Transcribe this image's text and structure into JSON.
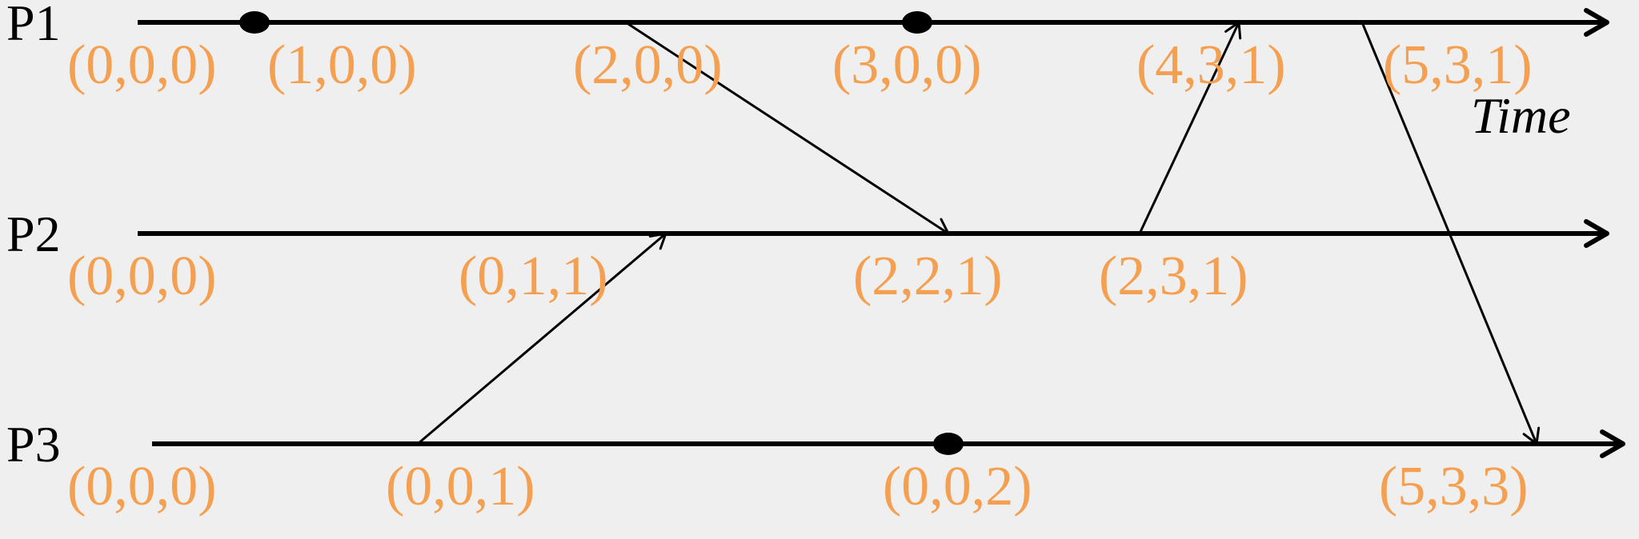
{
  "colors": {
    "clock": "#f4a050",
    "line": "#000000"
  },
  "axis": {
    "time_label": "Time"
  },
  "processes": [
    {
      "id": "P1",
      "label": "P1",
      "events": [
        {
          "clock": "(0,0,0)",
          "dot": false
        },
        {
          "clock": "(1,0,0)",
          "dot": true
        },
        {
          "clock": "(2,0,0)",
          "dot": false
        },
        {
          "clock": "(3,0,0)",
          "dot": true
        },
        {
          "clock": "(4,3,1)",
          "dot": false
        },
        {
          "clock": "(5,3,1)",
          "dot": false
        }
      ]
    },
    {
      "id": "P2",
      "label": "P2",
      "events": [
        {
          "clock": "(0,0,0)",
          "dot": false
        },
        {
          "clock": "(0,1,1)",
          "dot": false
        },
        {
          "clock": "(2,2,1)",
          "dot": false
        },
        {
          "clock": "(2,3,1)",
          "dot": false
        }
      ]
    },
    {
      "id": "P3",
      "label": "P3",
      "events": [
        {
          "clock": "(0,0,0)",
          "dot": false
        },
        {
          "clock": "(0,0,1)",
          "dot": false
        },
        {
          "clock": "(0,0,2)",
          "dot": true
        },
        {
          "clock": "(5,3,3)",
          "dot": false
        }
      ]
    }
  ],
  "messages": [
    {
      "from": "P1",
      "from_event": 2,
      "to": "P2",
      "to_event": 2
    },
    {
      "from": "P3",
      "from_event": 1,
      "to": "P2",
      "to_event": 1
    },
    {
      "from": "P2",
      "from_event": 3,
      "to": "P1",
      "to_event": 4
    },
    {
      "from": "P1",
      "from_event": 5,
      "to": "P3",
      "to_event": 3
    }
  ]
}
